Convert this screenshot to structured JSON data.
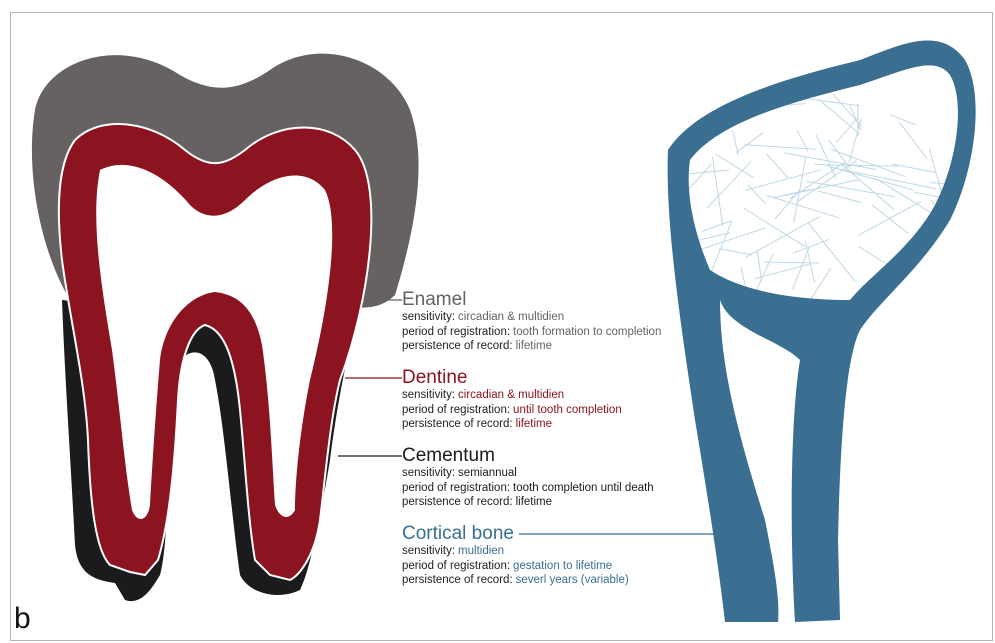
{
  "panel_label": "b",
  "tissues": [
    {
      "id": "enamel",
      "name": "Enamel",
      "color": "#666262",
      "rows": [
        {
          "key": "sensitivity:",
          "value": "circadian & multidien"
        },
        {
          "key": "period of registration:",
          "value": "tooth formation to completion"
        },
        {
          "key": "persistence of record:",
          "value": "lifetime"
        }
      ]
    },
    {
      "id": "dentine",
      "name": "Dentine",
      "color": "#8b1420",
      "rows": [
        {
          "key": "sensitivity:",
          "value": "circadian & multidien"
        },
        {
          "key": "period of registration:",
          "value": "until tooth completion"
        },
        {
          "key": "persistence of record:",
          "value": "lifetime"
        }
      ]
    },
    {
      "id": "cementum",
      "name": "Cementum",
      "color": "#1b1a1c",
      "rows": [
        {
          "key": "sensitivity:",
          "value": "semiannual"
        },
        {
          "key": "period of registration:",
          "value": "tooth completion until death"
        },
        {
          "key": "persistence of record:",
          "value": "lifetime"
        }
      ]
    },
    {
      "id": "cortical-bone",
      "name": "Cortical bone",
      "color": "#3a6f92",
      "rows": [
        {
          "key": "sensitivity:",
          "value": "multidien"
        },
        {
          "key": "period of registration:",
          "value": "gestation to lifetime"
        },
        {
          "key": "persistence of record:",
          "value": "severl years (variable)"
        }
      ]
    }
  ],
  "colors": {
    "enamel": "#666262",
    "dentine": "#8b1420",
    "cementum": "#1b1a1c",
    "bone": "#3a6f92",
    "trabecular": "#b8d4e2"
  }
}
